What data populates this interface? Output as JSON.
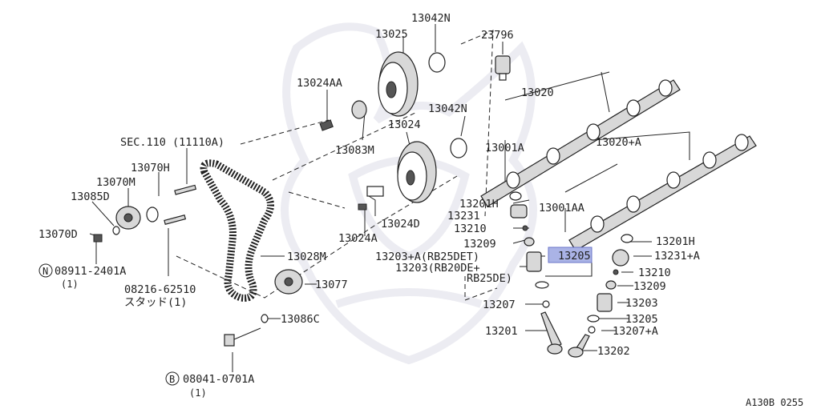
{
  "labels": {
    "p13042n_top": "13042N",
    "p13025": "13025",
    "p23796": "23796",
    "p13024aa": "13024AA",
    "p13020": "13020",
    "p13042n_mid": "13042N",
    "p13024": "13024",
    "p13083m": "13083M",
    "p13001a": "13001A",
    "p13020a": "13020+A",
    "sec110": "SEC.110 (11110A)",
    "p13070h": "13070H",
    "p13070m": "13070M",
    "p13085d": "13085D",
    "p13070d": "13070D",
    "p13201h_a": "13201H",
    "p13001aa": "13001AA",
    "p13231": "13231",
    "p13024d": "13024D",
    "p13210_a": "13210",
    "p13024a": "13024A",
    "p13209_a": "13209",
    "p13201h_b": "13201H",
    "p13203a_text": "13203+A(RB25DET)",
    "p13231a": "13231+A",
    "p13205_box": "13205",
    "p13203_text": "13203(RB20DE+",
    "rb25de": "RB25DE)",
    "p13028m": "13028M",
    "p13210_b": "13210",
    "p08911": "08911-2401A",
    "qty_n": "(1)",
    "p13209_b": "13209",
    "p08216": "08216-62510",
    "stud": "スタッド(1)",
    "p13077": "13077",
    "p13207": "13207",
    "p13203_b": "13203",
    "p13205_b": "13205",
    "p13086c": "13086C",
    "p13207a": "13207+A",
    "p13201": "13201",
    "p13202": "13202",
    "p08041": "08041-0701A",
    "qty_b": "(1)",
    "circle_n": "N",
    "circle_b": "B",
    "ref": "A130B 0255"
  },
  "colors": {
    "ink": "#222222",
    "highlight_fill": "#aab3e6",
    "highlight_stroke": "#6b74c8",
    "watermark": "#ececf2"
  }
}
